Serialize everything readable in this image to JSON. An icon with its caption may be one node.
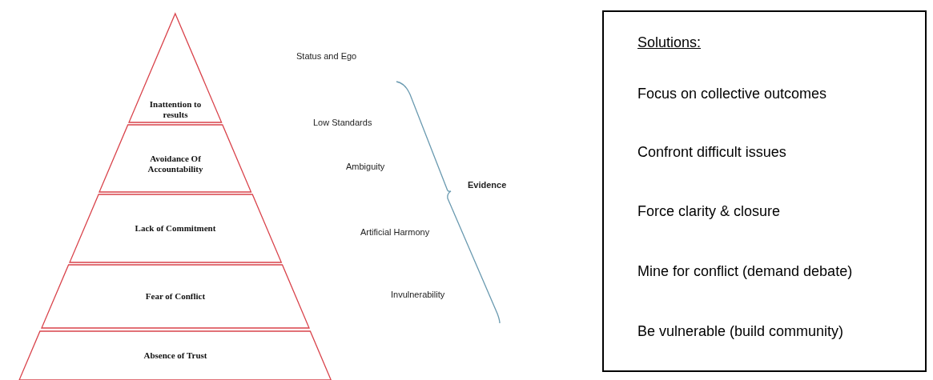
{
  "diagram": {
    "nodes": [
      {
        "text": [
          "Inattention to results"
        ]
      },
      {
        "text": [
          "Avoidance Of Accountability"
        ]
      },
      {
        "text": [
          "Lack of Commitment"
        ]
      },
      {
        "text": [
          "Fear of Conflict"
        ]
      },
      {
        "text": [
          "Absence of Trust"
        ]
      },
      {
        "text": [
          "Solutions:",
          "Focus on collective outcomes",
          "Confront difficult issues",
          "Force clarity & closure",
          "Mine for conflict (demand debate)",
          "Be vulnerable (build community)"
        ]
      }
    ],
    "labels": [
      "Status and Ego",
      "Low Standards",
      "Evidence",
      "Ambiguity",
      "Artificial Harmony",
      "Invulnerability"
    ]
  }
}
